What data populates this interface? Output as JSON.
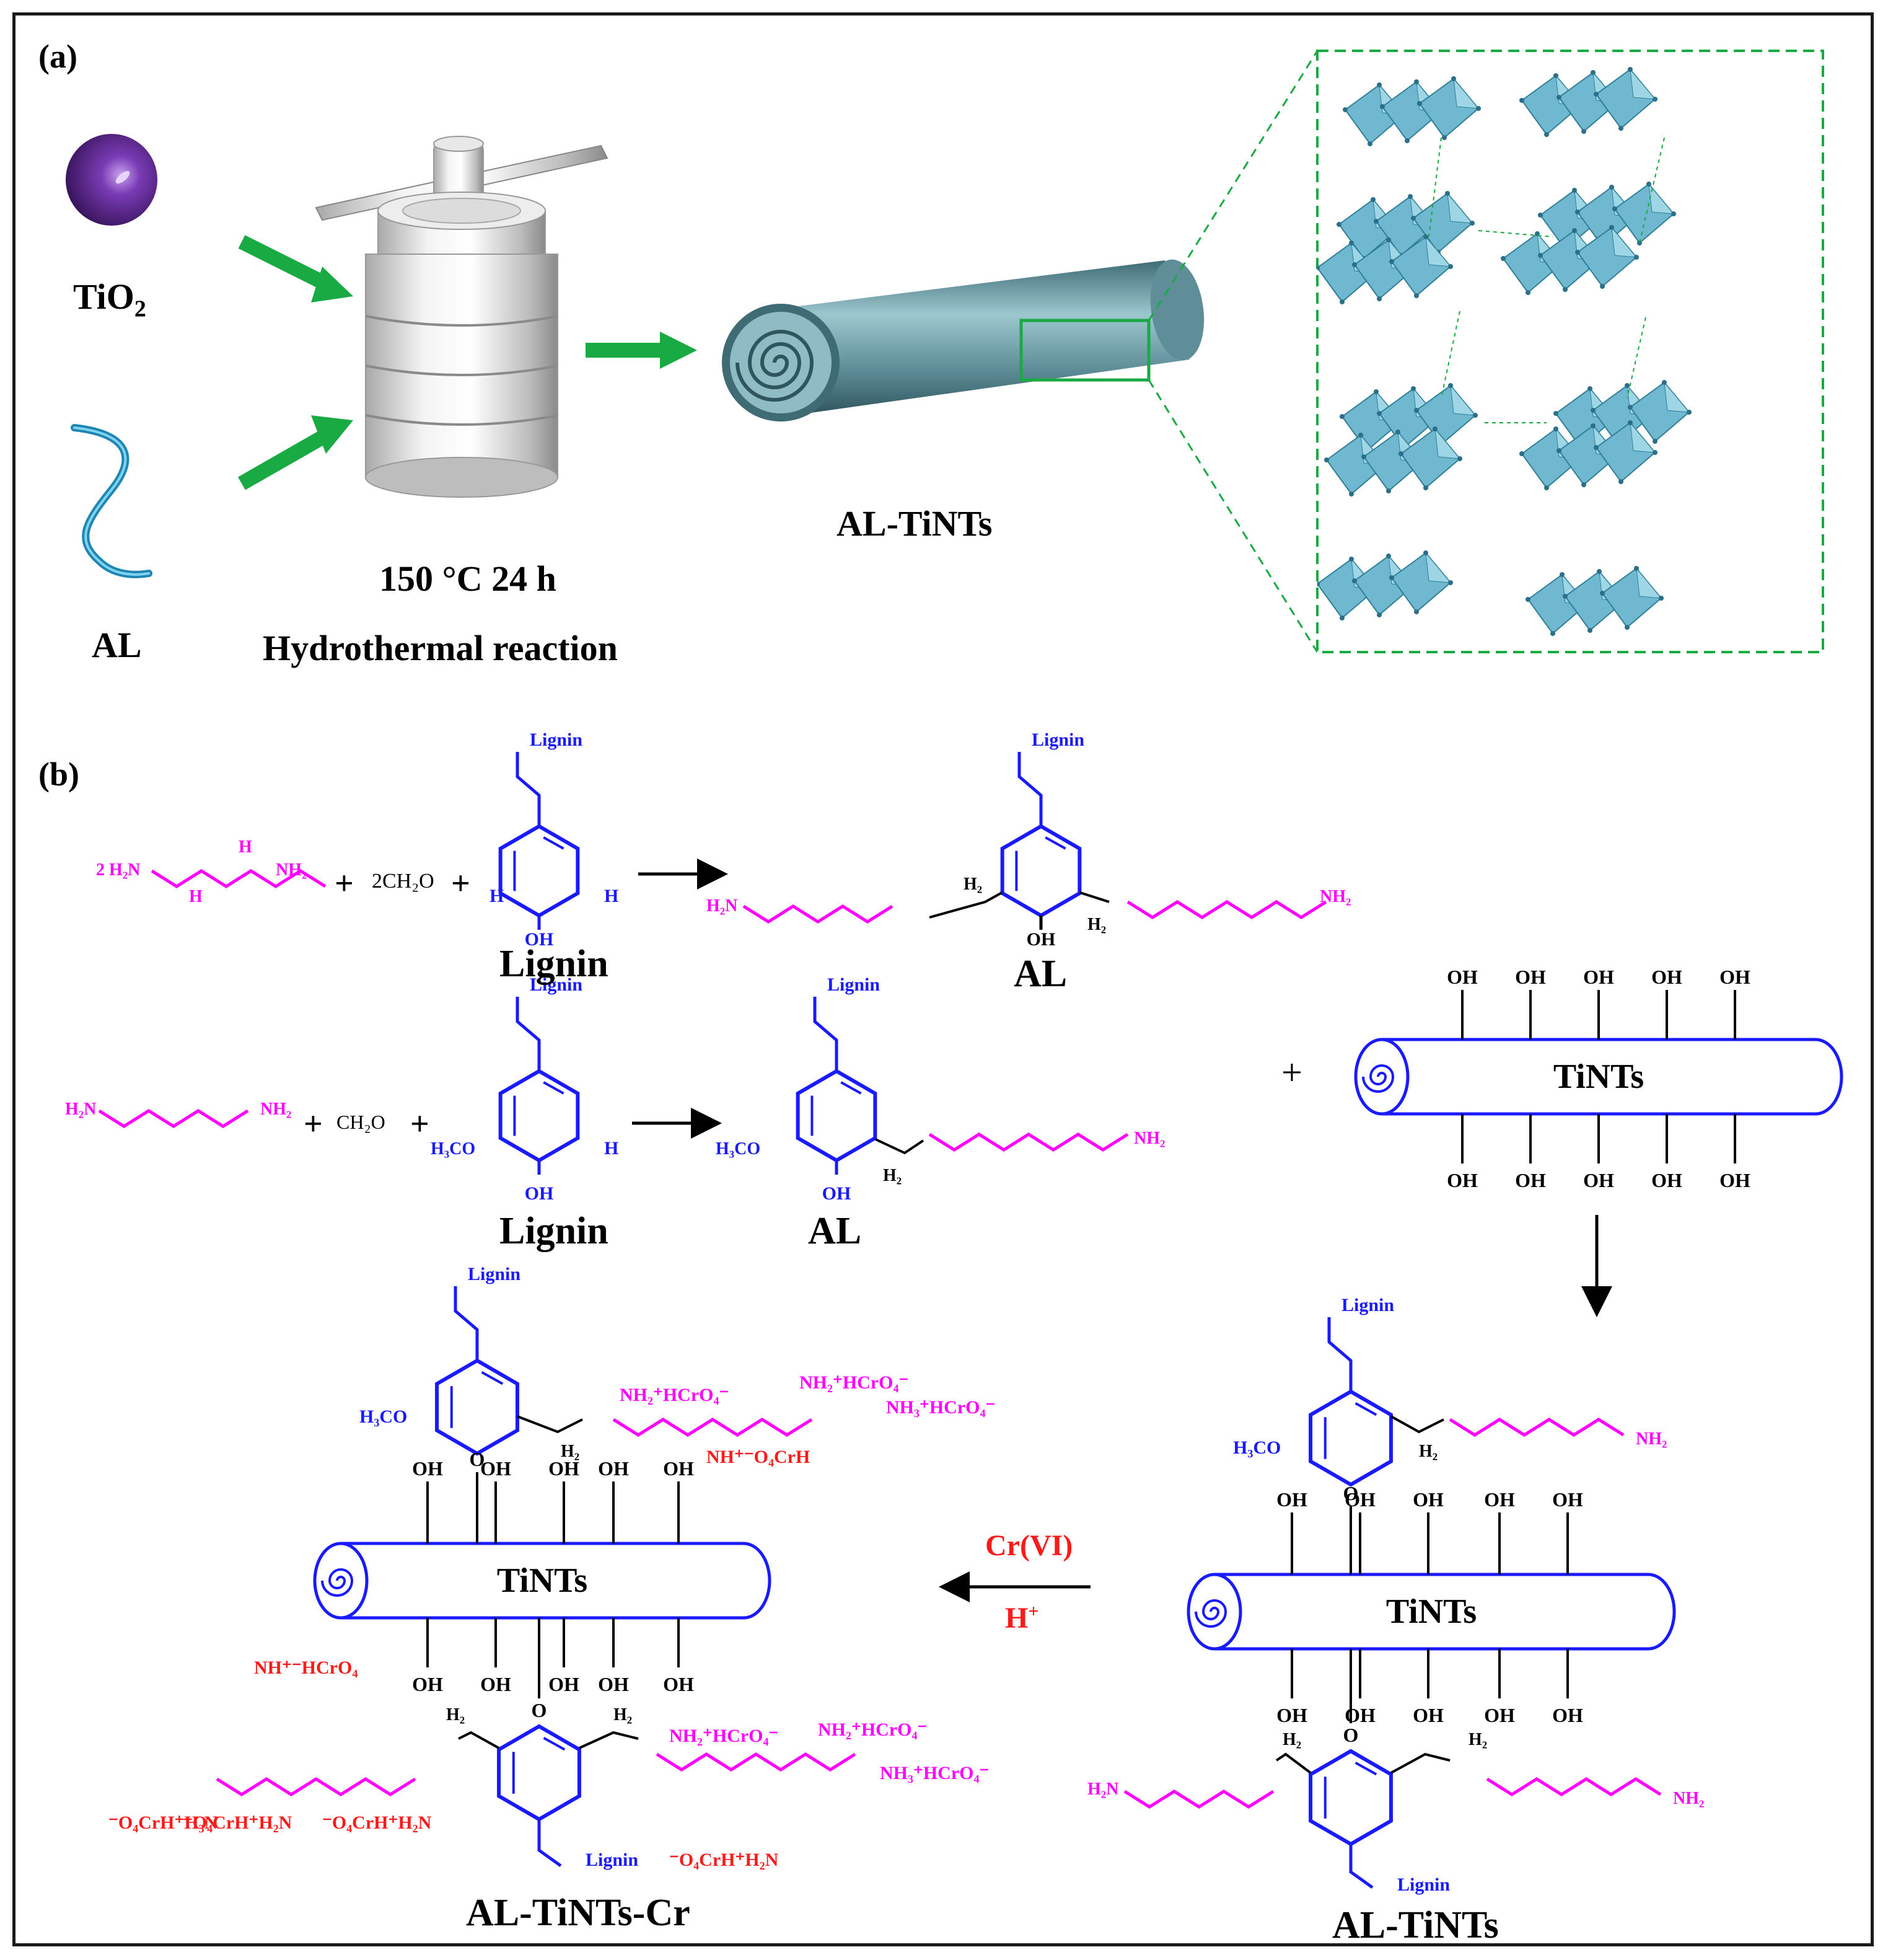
{
  "panel_a": {
    "label": "(a)",
    "tio2_label": "TiO",
    "tio2_subscript": "2",
    "al_label": "AL",
    "condition": "150 °C 24 h",
    "process": "Hydrothermal reaction",
    "product": "AL-TiNTs"
  },
  "panel_b": {
    "label": "(b)",
    "reaction1": {
      "reagent_amine": "2 H₂N—NH—NH—NH₂ (triethylenetetramine)",
      "plus1": "+",
      "reagent_formaldehyde": "2CH₂O",
      "plus2": "+",
      "lignin_label": "Lignin",
      "product_label": "AL"
    },
    "reaction2": {
      "plus1": "+",
      "reagent_formaldehyde": "CH₂O",
      "plus2": "+",
      "lignin_label": "Lignin",
      "product_label": "AL"
    },
    "tinTs": {
      "name": "TiNTs",
      "oh": "OH",
      "plus": "+"
    },
    "arrow_conditions": {
      "top": "Cr(VI)",
      "bottom": "H",
      "bottom_sup": "+"
    },
    "product_left": "AL-TiNTs-Cr",
    "product_right": "AL-TiNTs",
    "lignin_tag": "Lignin"
  },
  "colors": {
    "amine": "#ff00ff",
    "lignin": "#1a1aff",
    "chromate": "#ff1a1a",
    "arrow_green": "#1aaa44",
    "crystal": "#6fb8cf",
    "tube": "#6f9ea8",
    "sphere": "#5a2a8a"
  }
}
